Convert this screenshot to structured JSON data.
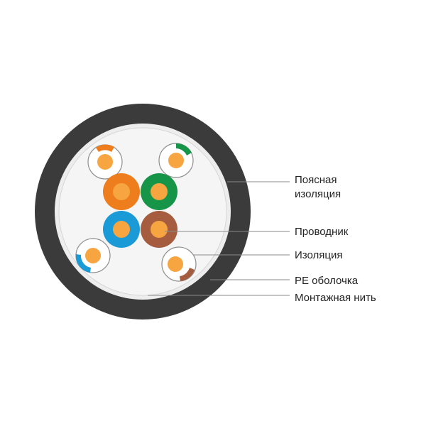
{
  "labels": {
    "belt_insulation": [
      "Поясная",
      "изоляция"
    ],
    "conductor": "Проводник",
    "insulation": "Изоляция",
    "pe_sheath": "PE оболочка",
    "mounting_thread": "Монтажная нить"
  },
  "colors": {
    "sheath": "#3b3b3b",
    "belt": "#ededed",
    "thread": "#f5f5f5",
    "copper": "#f7a541",
    "orange": "#ee7d1d",
    "green": "#169447",
    "blue": "#1a9ad7",
    "brown": "#a65d3f",
    "leader": "#8a8a8a",
    "text": "#222222"
  },
  "wires": {
    "solid": [
      {
        "name": "orange",
        "color": "orange"
      },
      {
        "name": "green",
        "color": "green"
      },
      {
        "name": "blue",
        "color": "blue"
      },
      {
        "name": "brown",
        "color": "brown"
      }
    ],
    "white_striped": [
      {
        "name": "white-orange",
        "stripe": "orange"
      },
      {
        "name": "white-green",
        "stripe": "green"
      },
      {
        "name": "white-blue",
        "stripe": "blue"
      },
      {
        "name": "white-brown",
        "stripe": "brown"
      }
    ]
  }
}
